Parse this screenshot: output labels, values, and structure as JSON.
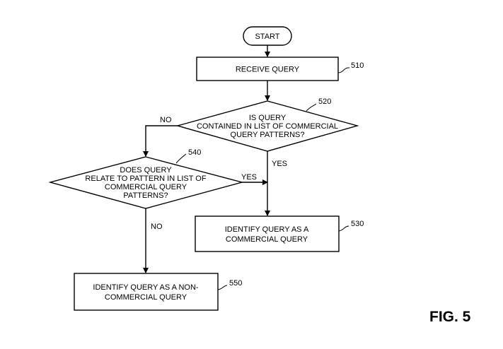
{
  "start": {
    "label": "START"
  },
  "step_510": {
    "lines": [
      "RECEIVE QUERY"
    ],
    "ref": "510"
  },
  "decision_520": {
    "lines": [
      "IS QUERY",
      "CONTAINED IN LIST OF COMMERCIAL",
      "QUERY PATTERNS?"
    ],
    "ref": "520",
    "no_label": "NO",
    "yes_label": "YES"
  },
  "decision_540": {
    "lines": [
      "DOES QUERY",
      "RELATE TO PATTERN IN LIST OF",
      "COMMERCIAL QUERY",
      "PATTERNS?"
    ],
    "ref": "540",
    "yes_label": "YES",
    "no_label": "NO"
  },
  "step_530": {
    "lines": [
      "IDENTIFY QUERY AS A",
      "COMMERCIAL QUERY"
    ],
    "ref": "530"
  },
  "step_550": {
    "lines": [
      "IDENTIFY QUERY AS A NON-",
      "COMMERCIAL QUERY"
    ],
    "ref": "550"
  },
  "figure_label": "FIG. 5"
}
